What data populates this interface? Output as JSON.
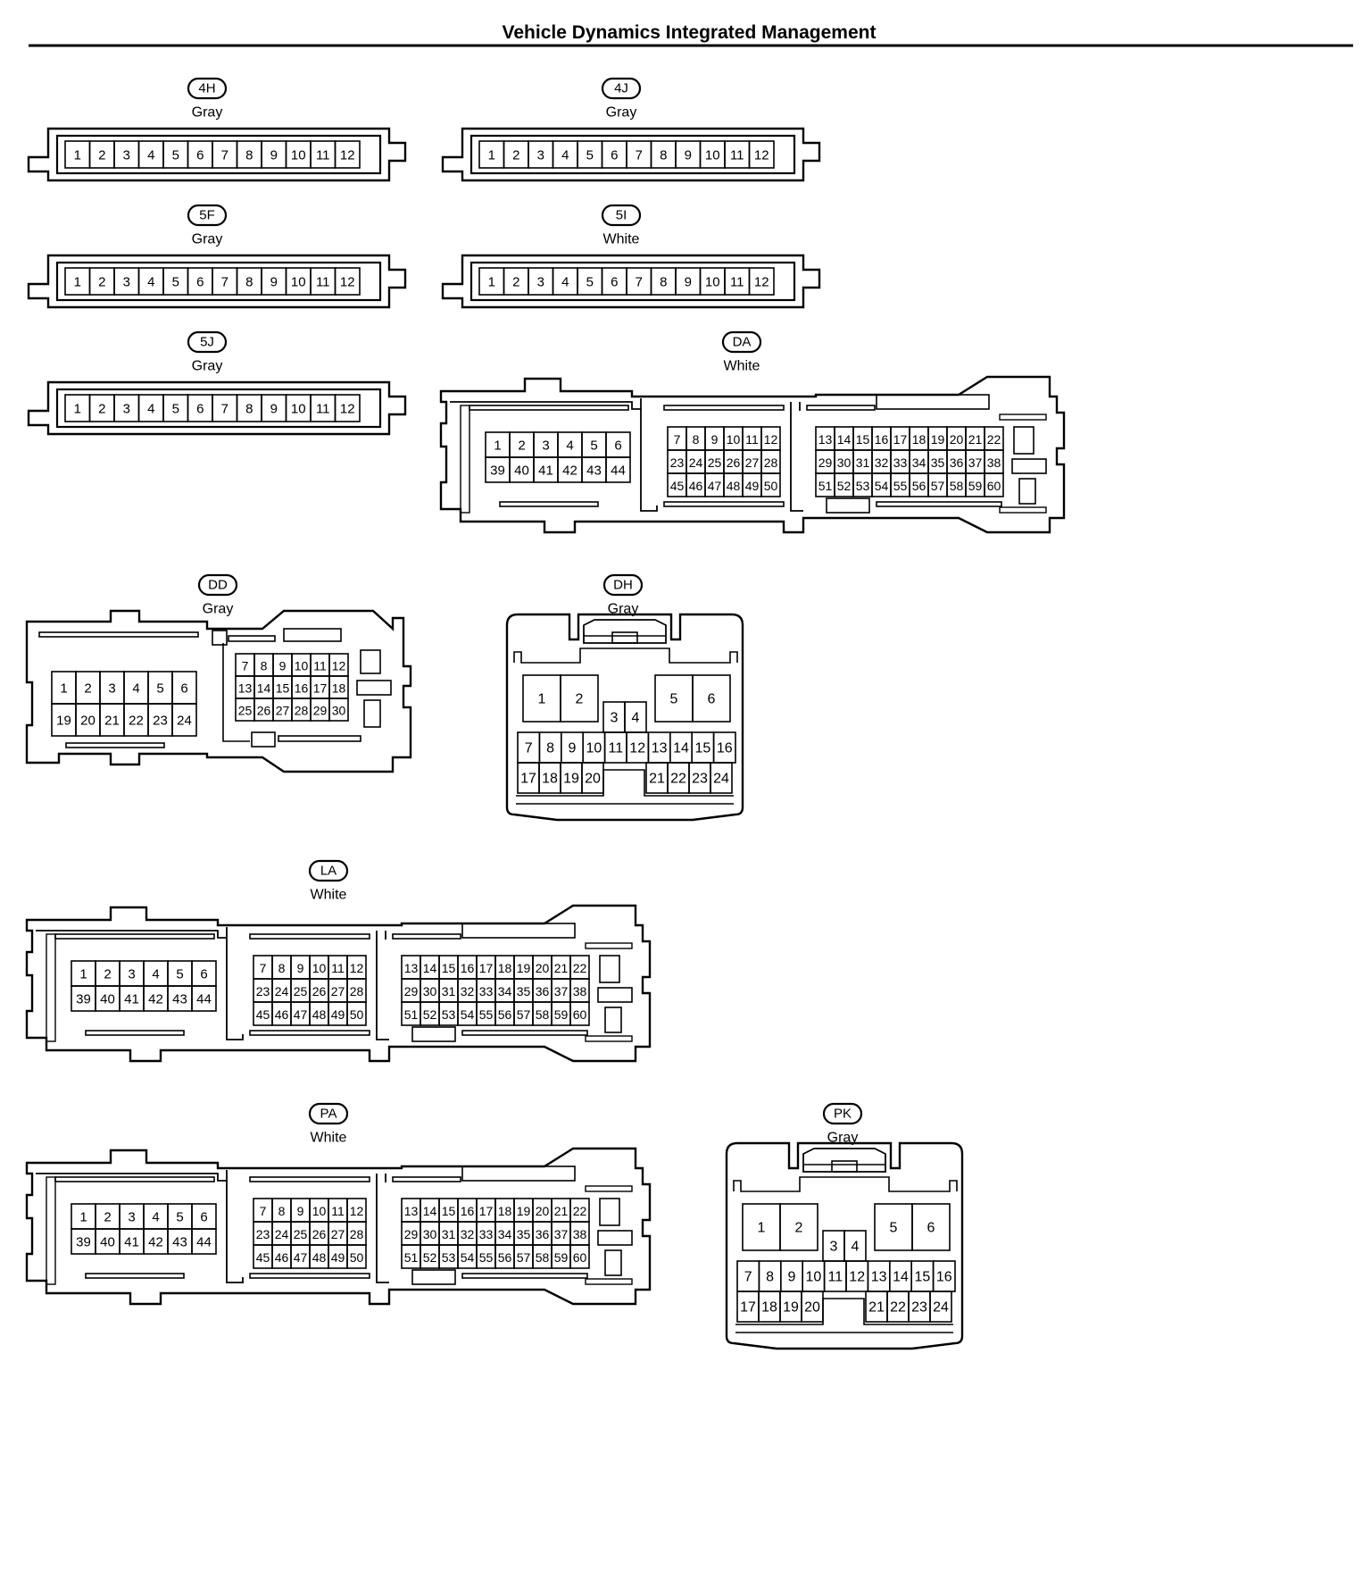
{
  "page": {
    "title": "Vehicle Dynamics Integrated Management"
  },
  "connectors": [
    {
      "id": "4H",
      "color": "Gray",
      "type": "strip12"
    },
    {
      "id": "4J",
      "color": "Gray",
      "type": "strip12"
    },
    {
      "id": "5F",
      "color": "Gray",
      "type": "strip12"
    },
    {
      "id": "5I",
      "color": "White",
      "type": "strip12"
    },
    {
      "id": "5J",
      "color": "Gray",
      "type": "strip12"
    },
    {
      "id": "DA",
      "color": "White",
      "type": "ecu60"
    },
    {
      "id": "DD",
      "color": "Gray",
      "type": "ecu30"
    },
    {
      "id": "DH",
      "color": "Gray",
      "type": "block24"
    },
    {
      "id": "LA",
      "color": "White",
      "type": "ecu60"
    },
    {
      "id": "PA",
      "color": "White",
      "type": "ecu60"
    },
    {
      "id": "PK",
      "color": "Gray",
      "type": "block24"
    }
  ],
  "pinouts": {
    "strip12": [
      "1",
      "2",
      "3",
      "4",
      "5",
      "6",
      "7",
      "8",
      "9",
      "10",
      "11",
      "12"
    ],
    "ecu60": {
      "left": [
        [
          "1",
          "2",
          "3",
          "4",
          "5",
          "6"
        ],
        [
          "39",
          "40",
          "41",
          "42",
          "43",
          "44"
        ]
      ],
      "middle": [
        [
          "7",
          "8",
          "9",
          "10",
          "11",
          "12"
        ],
        [
          "23",
          "24",
          "25",
          "26",
          "27",
          "28"
        ],
        [
          "45",
          "46",
          "47",
          "48",
          "49",
          "50"
        ]
      ],
      "right": [
        [
          "13",
          "14",
          "15",
          "16",
          "17",
          "18",
          "19",
          "20",
          "21",
          "22"
        ],
        [
          "29",
          "30",
          "31",
          "32",
          "33",
          "34",
          "35",
          "36",
          "37",
          "38"
        ],
        [
          "51",
          "52",
          "53",
          "54",
          "55",
          "56",
          "57",
          "58",
          "59",
          "60"
        ]
      ]
    },
    "ecu30": {
      "left": [
        [
          "1",
          "2",
          "3",
          "4",
          "5",
          "6"
        ],
        [
          "19",
          "20",
          "21",
          "22",
          "23",
          "24"
        ]
      ],
      "right": [
        [
          "7",
          "8",
          "9",
          "10",
          "11",
          "12"
        ],
        [
          "13",
          "14",
          "15",
          "16",
          "17",
          "18"
        ],
        [
          "25",
          "26",
          "27",
          "28",
          "29",
          "30"
        ]
      ]
    },
    "block24": {
      "big_left": [
        "1",
        "2"
      ],
      "big_right": [
        "5",
        "6"
      ],
      "mid": [
        "3",
        "4"
      ],
      "row1": [
        "7",
        "8",
        "9",
        "10",
        "11",
        "12",
        "13",
        "14",
        "15",
        "16"
      ],
      "row2_left": [
        "17",
        "18",
        "19",
        "20"
      ],
      "row2_right": [
        "21",
        "22",
        "23",
        "24"
      ]
    }
  }
}
